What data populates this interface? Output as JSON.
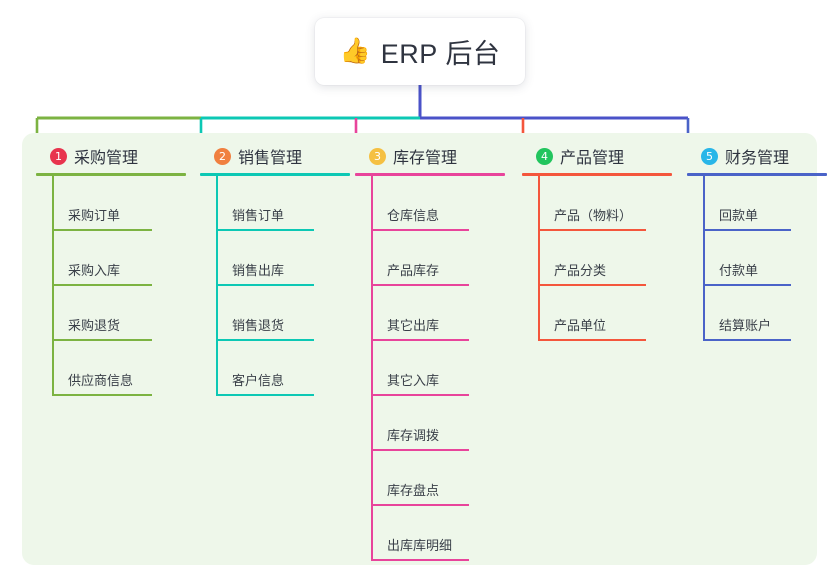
{
  "root": {
    "icon": "thumbs-up-icon",
    "emoji": "👍",
    "label": "ERP 后台"
  },
  "diagram": {
    "type": "mindmap-tree",
    "panel_background": "#eef7ea",
    "root_stem_color": "#4a52c8"
  },
  "branches": [
    {
      "number": "1",
      "title": "采购管理",
      "badge_color": "#e8344e",
      "line_color": "#7cb342",
      "items": [
        "采购订单",
        "采购入库",
        "采购退货",
        "供应商信息"
      ]
    },
    {
      "number": "2",
      "title": "销售管理",
      "badge_color": "#f08040",
      "line_color": "#0cc8b4",
      "items": [
        "销售订单",
        "销售出库",
        "销售退货",
        "客户信息"
      ]
    },
    {
      "number": "3",
      "title": "库存管理",
      "badge_color": "#f5c042",
      "line_color": "#e8449b",
      "items": [
        "仓库信息",
        "产品库存",
        "其它出库",
        "其它入库",
        "库存调拨",
        "库存盘点",
        "出库库明细"
      ]
    },
    {
      "number": "4",
      "title": "产品管理",
      "badge_color": "#22c55e",
      "line_color": "#f4563c",
      "items": [
        "产品（物料）",
        "产品分类",
        "产品单位"
      ]
    },
    {
      "number": "5",
      "title": "财务管理",
      "badge_color": "#29b6e8",
      "line_color": "#4a63c8",
      "items": [
        "回款单",
        "付款单",
        "结算账户"
      ]
    }
  ]
}
